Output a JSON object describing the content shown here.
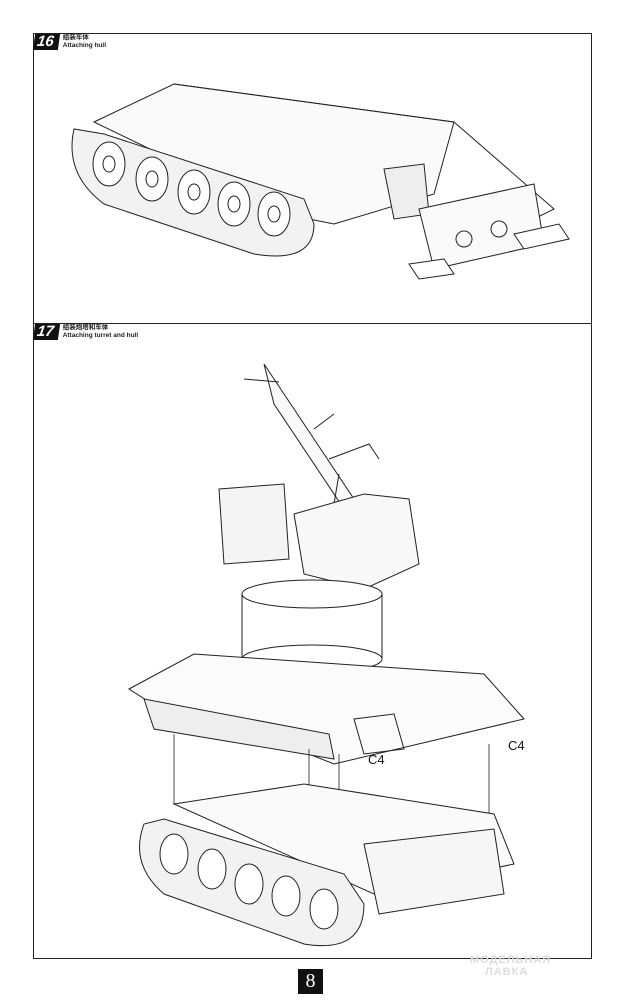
{
  "steps": [
    {
      "number": "16",
      "title_cn": "组装车体",
      "title_en": "Attaching hull"
    },
    {
      "number": "17",
      "title_cn": "组装炮塔和车体",
      "title_en": "Attaching turret and  hull"
    }
  ],
  "callouts": {
    "left": "C4",
    "right": "C4"
  },
  "page_number": "8",
  "watermark": {
    "line1": "МОДЕЛЬНАЯ",
    "line2": "ЛАВКА"
  }
}
